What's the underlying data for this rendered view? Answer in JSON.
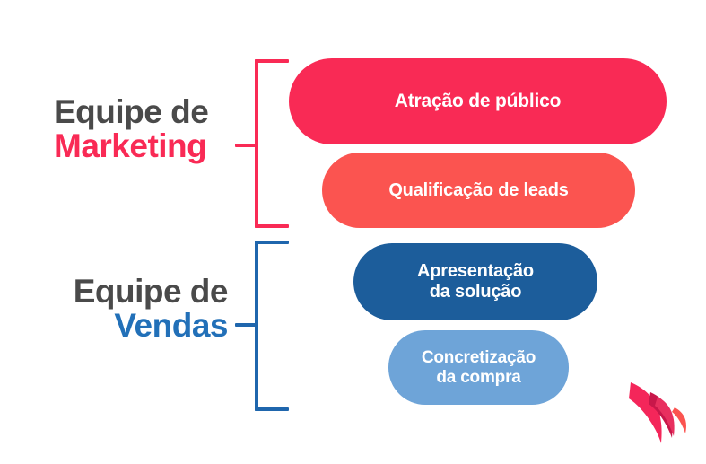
{
  "diagram": {
    "title_alt": "Funil de vendas - Equipes de Marketing e Vendas",
    "teams": [
      {
        "id": "marketing",
        "line1": "Equipe de",
        "line2": "Marketing",
        "color": "#f92a55",
        "neutral_color": "#4a4a4a"
      },
      {
        "id": "vendas",
        "line1": "Equipe de",
        "line2": "Vendas",
        "color": "#2270b8",
        "neutral_color": "#4a4a4a"
      }
    ],
    "stages": [
      {
        "id": "atracao",
        "label": "Atração de público",
        "label_line1": "Atração de público",
        "label_line2": "",
        "color": "#f92a55",
        "team": "marketing",
        "order": 1
      },
      {
        "id": "qualificacao",
        "label": "Qualificação de leads",
        "label_line1": "Qualificação de leads",
        "label_line2": "",
        "color": "#fb5450",
        "team": "marketing",
        "order": 2
      },
      {
        "id": "apresentacao",
        "label": "Apresentação da solução",
        "label_line1": "Apresentação",
        "label_line2": "da solução",
        "color": "#1c5d9b",
        "team": "vendas",
        "order": 3
      },
      {
        "id": "concretizacao",
        "label": "Concretização da compra",
        "label_line1": "Concretização",
        "label_line2": "da compra",
        "color": "#6ea4d8",
        "team": "vendas",
        "order": 4
      }
    ],
    "logo": {
      "name": "brand-logo",
      "colors": [
        "#f4265a",
        "#c8174a",
        "#e23a63",
        "#fb5450"
      ]
    },
    "background": "#ffffff"
  }
}
